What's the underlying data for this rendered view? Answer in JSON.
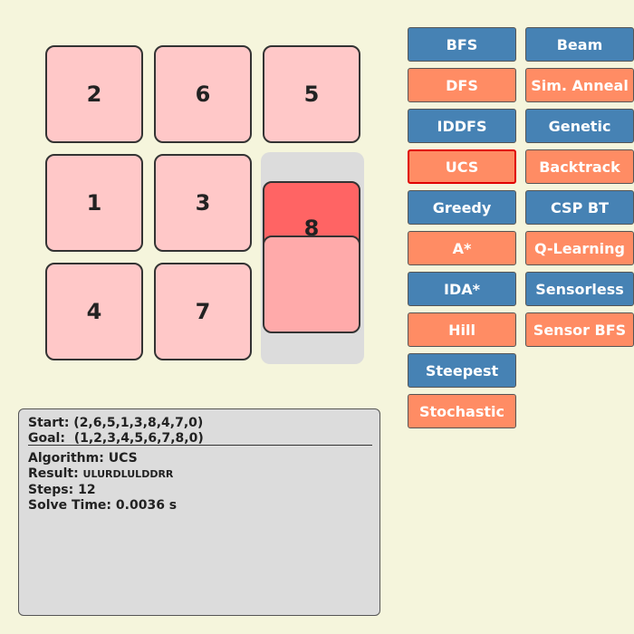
{
  "puzzle": {
    "tiles": [
      "2",
      "6",
      "5",
      "1",
      "3",
      "4",
      "7"
    ],
    "moving_tile": "8"
  },
  "algorithms": {
    "left": [
      "BFS",
      "DFS",
      "IDDFS",
      "UCS",
      "Greedy",
      "A*",
      "IDA*",
      "Hill",
      "Steepest",
      "Stochastic"
    ],
    "right": [
      "Beam",
      "Sim. Anneal",
      "Genetic",
      "Backtrack",
      "CSP BT",
      "Q-Learning",
      "Sensorless",
      "Sensor BFS"
    ],
    "selected": "UCS"
  },
  "info": {
    "start_label": "Start:",
    "start_value": "(2,6,5,1,3,8,4,7,0)",
    "goal_label": "Goal:",
    "goal_value": "(1,2,3,4,5,6,7,8,0)",
    "algorithm_label": "Algorithm:",
    "algorithm_value": "UCS",
    "result_label": "Result:",
    "result_value": "ULURDLULDDRR",
    "steps_label": "Steps:",
    "steps_value": "12",
    "time_label": "Solve Time:",
    "time_value": "0.0036 s"
  },
  "colors": {
    "background": "#f5f5dc",
    "tile": "#ffc8c8",
    "moving_tile": "#ff6464",
    "button_blue": "#4682b4",
    "button_orange": "#ff8c64",
    "selected_border": "#e00000"
  }
}
